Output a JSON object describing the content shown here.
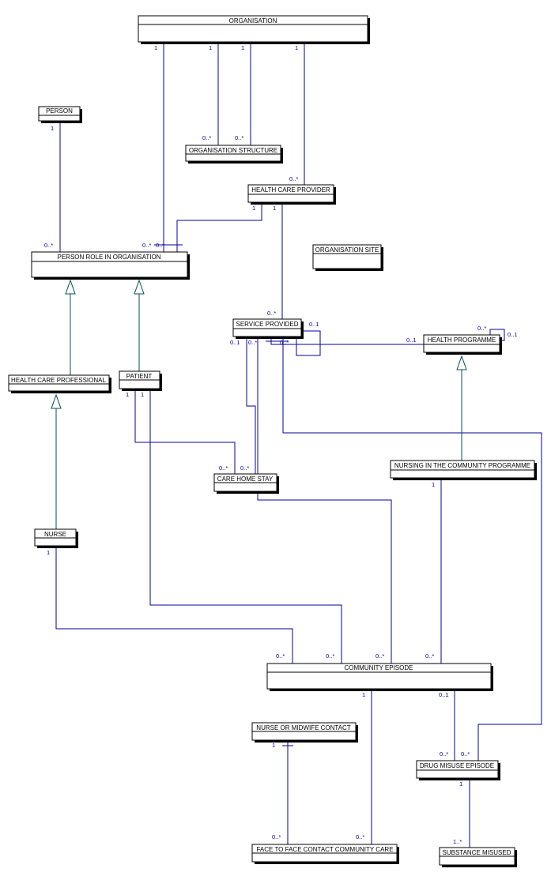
{
  "diagram": {
    "classes": {
      "organisation": "ORGANISATION",
      "person": "PERSON",
      "organisation_structure": "ORGANISATION STRUCTURE",
      "health_care_provider": "HEALTH CARE PROVIDER",
      "person_role": "PERSON ROLE IN ORGANISATION",
      "organisation_site": "ORGANISATION SITE",
      "service_provided": "SERVICE PROVIDED",
      "health_programme": "HEALTH PROGRAMME",
      "health_care_professional": "HEALTH CARE PROFESSIONAL",
      "patient": "PATIENT",
      "care_home_stay": "CARE HOME STAY",
      "nursing_community_programme": "NURSING IN THE COMMUNITY PROGRAMME",
      "nurse": "NURSE",
      "community_episode": "COMMUNITY EPISODE",
      "nurse_midwife_contact": "NURSE OR MIDWIFE CONTACT",
      "drug_misuse_episode": "DRUG MISUSE EPISODE",
      "face_to_face_contact": "FACE TO FACE CONTACT COMMUNITY CARE",
      "substance_misused": "SUBSTANCE MISUSED"
    },
    "multiplicities": {
      "org_1a": "1",
      "org_1b": "1",
      "org_1c": "1",
      "org_1d": "1",
      "os_a": "0..*",
      "os_b": "0..*",
      "hcp_top": "0..*",
      "person_1": "1",
      "pro_person": "0..*",
      "pro_org": "0..*",
      "pro_hcp": "0..*",
      "hcp_1a": "1",
      "hcp_1b": "1",
      "sp_top": "0..*",
      "sp_self": "0..1",
      "sp_01": "0..1",
      "sp_a": "0..*",
      "sp_b": "0..*",
      "hp_1": "0..1",
      "hp_self_a": "0..*",
      "hp_self_b": "0..1",
      "pat_1a": "1",
      "pat_1b": "1",
      "chs_a": "0..*",
      "chs_b": "0..*",
      "ncp_1": "1",
      "nurse_1": "1",
      "ce_a": "0..*",
      "ce_b": "0..*",
      "ce_c": "0..*",
      "ce_d": "0..*",
      "ce_1": "1",
      "ce_01": "0..1",
      "nmc_1": "1",
      "dme_a": "0..*",
      "dme_b": "0..*",
      "dme_1": "1",
      "f2f_a": "0..*",
      "f2f_b": "0..*",
      "sm_1": "1..*"
    }
  }
}
